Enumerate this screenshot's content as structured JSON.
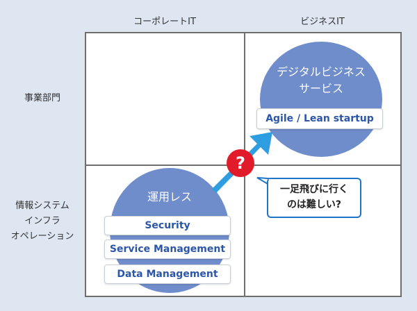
{
  "columns": [
    "コーポレートIT",
    "ビジネスIT"
  ],
  "rows": [
    "事業部門",
    "情報システム\nインフラ\nオペレーション"
  ],
  "business_circle": {
    "title": "デジタルビジネス\nサービス",
    "item": "Agile / Lean startup"
  },
  "ops_circle": {
    "title": "運用レス",
    "items": [
      "Security",
      "Service Management",
      "Data Management"
    ]
  },
  "question_mark": "?",
  "callout": "一足飛びに行く\nのは難しい?",
  "colors": {
    "circle": "#6f8ccb",
    "arrow": "#2f9ee0",
    "question": "#e11b2a",
    "callout_border": "#1f74c9",
    "pill_text": "#2c56a8"
  }
}
